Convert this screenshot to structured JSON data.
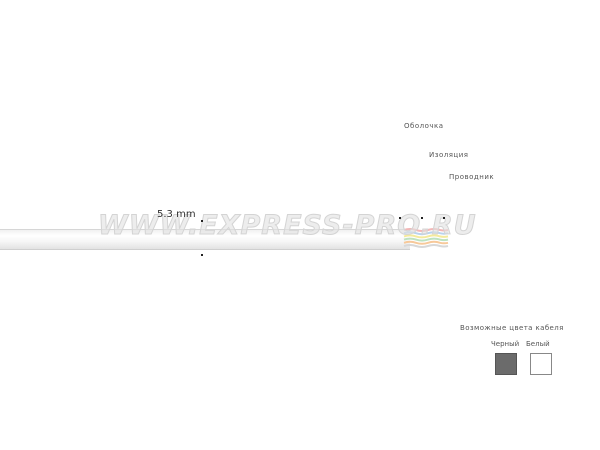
{
  "labels": {
    "sheath": "Оболочка",
    "insulation": "Изоляция",
    "conductor": "Проводник"
  },
  "dimension": "5.3 mm",
  "watermark": "WWW.EXPRESS-PRO.RU",
  "legend": {
    "title": "Возможные цвета кабеля",
    "colors": [
      {
        "label": "Черный",
        "color": "#6b6b6b"
      },
      {
        "label": "Белый",
        "color": "#ffffff"
      }
    ]
  },
  "wire_colors": [
    "#f2b6b6",
    "#b9d3ee",
    "#f4ea9c",
    "#bde2c0",
    "#f7c99a",
    "#d8d8d8"
  ]
}
